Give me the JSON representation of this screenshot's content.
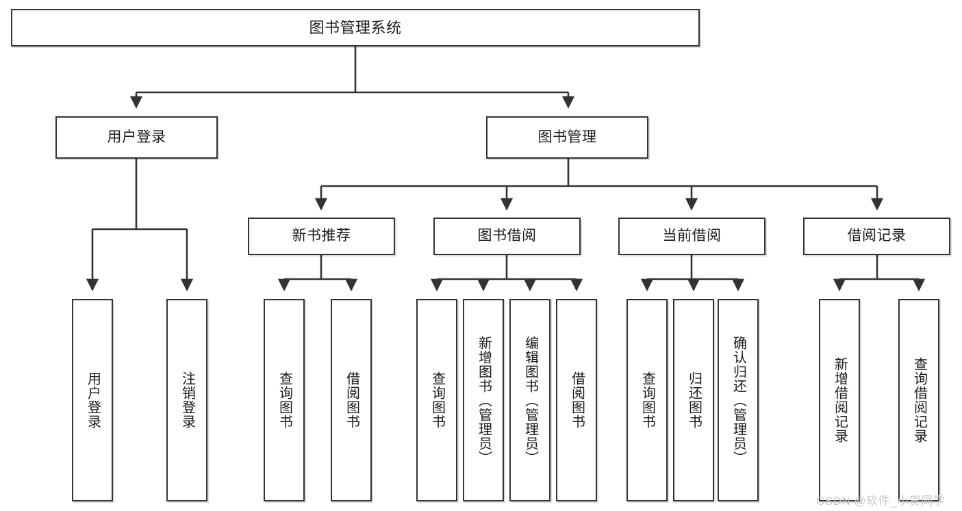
{
  "diagram": {
    "title": "图书管理系统",
    "type": "hierarchy-tree",
    "orientation": "top-down",
    "colors": {
      "box_border": "#333333",
      "box_fill": "#ffffff",
      "connector": "#333333",
      "text": "#1a1a1a",
      "watermark": "#c9c9c9",
      "background": "#ffffff"
    },
    "levels": {
      "root": {
        "label": "图书管理系统"
      },
      "level2": [
        {
          "label": "用户登录"
        },
        {
          "label": "图书管理"
        }
      ],
      "level3": [
        {
          "label": "新书推荐"
        },
        {
          "label": "图书借阅"
        },
        {
          "label": "当前借阅"
        },
        {
          "label": "借阅记录"
        }
      ]
    },
    "leaves": {
      "user_login": [
        {
          "label": "用户登录"
        },
        {
          "label": "注销登录"
        }
      ],
      "new_book_recommend": [
        {
          "label": "查询图书"
        },
        {
          "label": "借阅图书"
        }
      ],
      "book_borrow": [
        {
          "label": "查询图书"
        },
        {
          "label": "新增图书（管理员）"
        },
        {
          "label": "编辑图书（管理员）"
        },
        {
          "label": "借阅图书"
        }
      ],
      "current_borrow": [
        {
          "label": "查询图书"
        },
        {
          "label": "归还图书"
        },
        {
          "label": "确认归还（管理员）"
        }
      ],
      "borrow_record": [
        {
          "label": "新增借阅记录"
        },
        {
          "label": "查询借阅记录"
        }
      ]
    },
    "watermark": "CSDN @软件_小贺同学"
  }
}
